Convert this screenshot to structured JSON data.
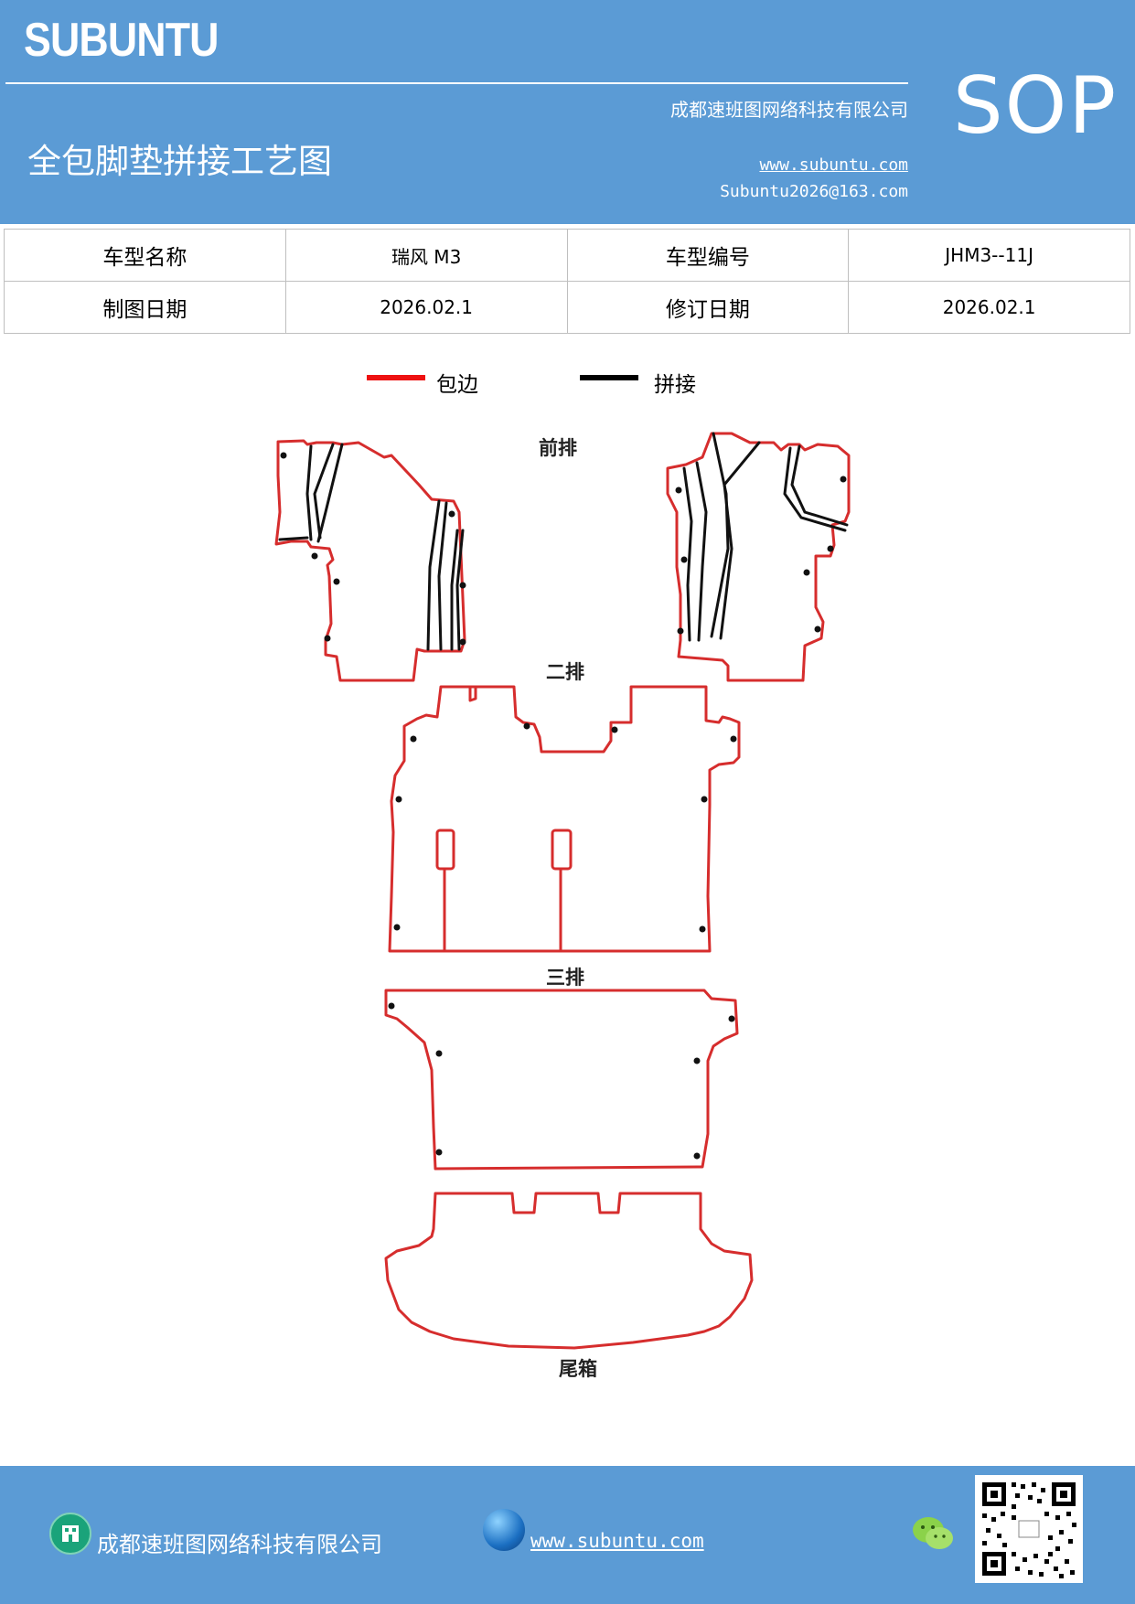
{
  "header": {
    "logo": "SUBUNTU",
    "company": "成都速班图网络科技有限公司",
    "title": "全包脚垫拼接工艺图",
    "website": "www.subuntu.com",
    "email": "Subuntu2026@163.com",
    "badge": "SOP"
  },
  "info": {
    "model_name_label": "车型名称",
    "model_name": "瑞风 M3",
    "model_code_label": "车型编号",
    "model_code": "JHM3--11J",
    "draw_date_label": "制图日期",
    "draw_date": "2026.02.1",
    "revise_date_label": "修订日期",
    "revise_date": "2026.02.1"
  },
  "legend": {
    "items": [
      {
        "label": "包边",
        "color": "#ee1111"
      },
      {
        "label": "拼接",
        "color": "#000000"
      }
    ]
  },
  "sections": {
    "front": "前排",
    "second": "二排",
    "third": "三排",
    "trunk": "尾箱"
  },
  "colors": {
    "header_bg": "#5b9bd5",
    "edge": "#d62d2d",
    "seam": "#111111"
  },
  "footer": {
    "company": "成都速班图网络科技有限公司",
    "website": "www.subuntu.com"
  },
  "icons": [
    "building-icon",
    "globe-icon",
    "wechat-icon",
    "qr-code"
  ]
}
